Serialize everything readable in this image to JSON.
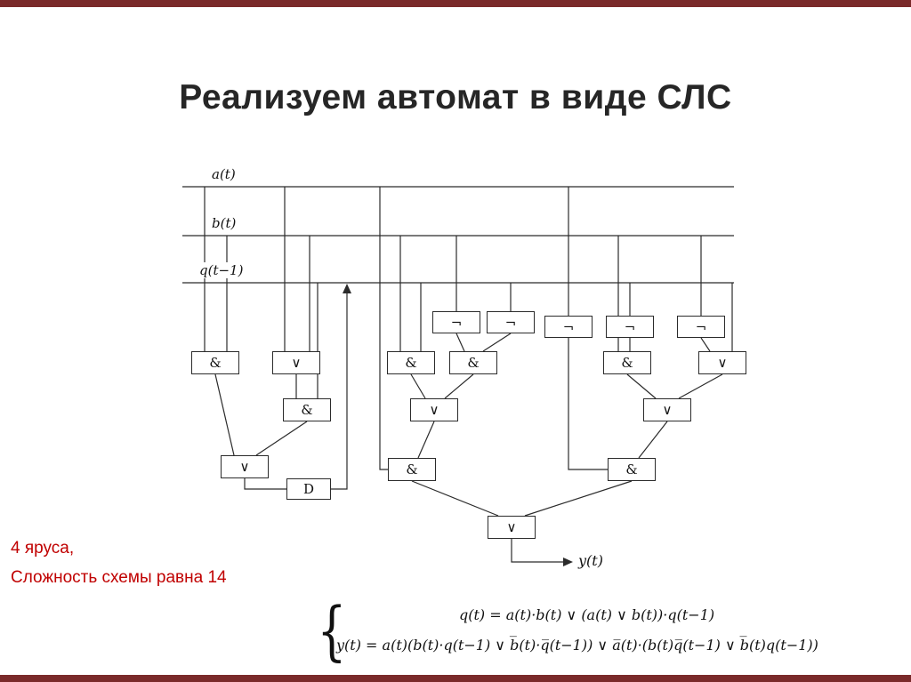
{
  "slide": {
    "title": "Реализуем автомат в виде СЛС"
  },
  "theme": {
    "accent_bar_color": "#7a2a2a",
    "note_color": "#c00000",
    "wire_color": "#2b2b2b"
  },
  "notes": {
    "line1": "4 яруса,",
    "line2": "Сложность схемы равна 14"
  },
  "diagram": {
    "bus_labels": [
      "a(t)",
      "b(t)",
      "q(t−1)"
    ],
    "output_label": "y(t)",
    "gates": [
      {
        "id": "not-1",
        "label": "¬"
      },
      {
        "id": "not-2",
        "label": "¬"
      },
      {
        "id": "not-3",
        "label": "¬"
      },
      {
        "id": "not-4",
        "label": "¬"
      },
      {
        "id": "not-5",
        "label": "¬"
      },
      {
        "id": "and-ab",
        "label": "&"
      },
      {
        "id": "or-ab",
        "label": "∨"
      },
      {
        "id": "and-b-q",
        "label": "&"
      },
      {
        "id": "and-nb-nq",
        "label": "&"
      },
      {
        "id": "and-b-nq",
        "label": "&"
      },
      {
        "id": "or-top-right",
        "label": "∨"
      },
      {
        "id": "and-orab-q",
        "label": "&"
      },
      {
        "id": "or-mid",
        "label": "∨"
      },
      {
        "id": "or-right",
        "label": "∨"
      },
      {
        "id": "or-q",
        "label": "∨"
      },
      {
        "id": "and-a-mid",
        "label": "&"
      },
      {
        "id": "and-na-right",
        "label": "&"
      },
      {
        "id": "delay",
        "label": "D"
      },
      {
        "id": "or-final",
        "label": "∨"
      }
    ]
  },
  "formulas": {
    "brace": "{",
    "line1": "q(t) = a(t)·b(t) ∨ (a(t) ∨ b(t))·q(t−1)",
    "line2": "y(t) = a(t)(b(t)·q(t−1) ∨ b̅(t)·q̅(t−1)) ∨ a̅(t)·(b(t)q̅(t−1) ∨ b̅(t)q(t−1))"
  }
}
